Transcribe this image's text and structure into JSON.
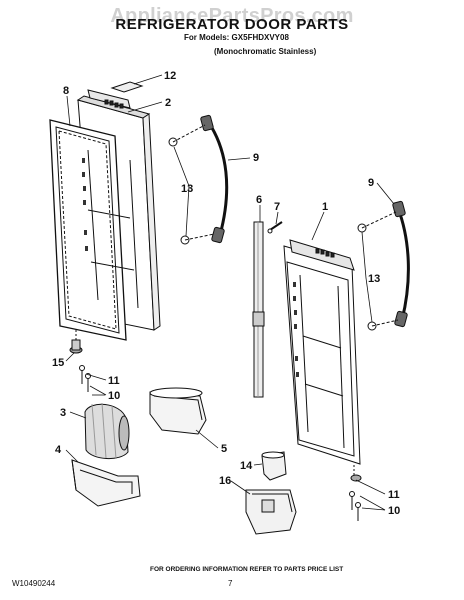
{
  "watermark": "AppliancePartsPros.com",
  "title": "REFRIGERATOR DOOR PARTS",
  "models_line": "For Models: GX5FHDXVY08",
  "variant_line": "(Monochromatic Stainless)",
  "footer_note": "FOR ORDERING INFORMATION REFER TO PARTS PRICE LIST",
  "doc_number": "W10490244",
  "page_number": "7",
  "callouts": {
    "c12": "12",
    "c8": "8",
    "c2": "2",
    "c13a": "13",
    "c9a": "9",
    "c6": "6",
    "c7": "7",
    "c1": "1",
    "c9b": "9",
    "c13b": "13",
    "c15": "15",
    "c11a": "11",
    "c10a": "10",
    "c3": "3",
    "c5": "5",
    "c4": "4",
    "c14": "14",
    "c16": "16",
    "c11b": "11",
    "c10b": "10"
  }
}
